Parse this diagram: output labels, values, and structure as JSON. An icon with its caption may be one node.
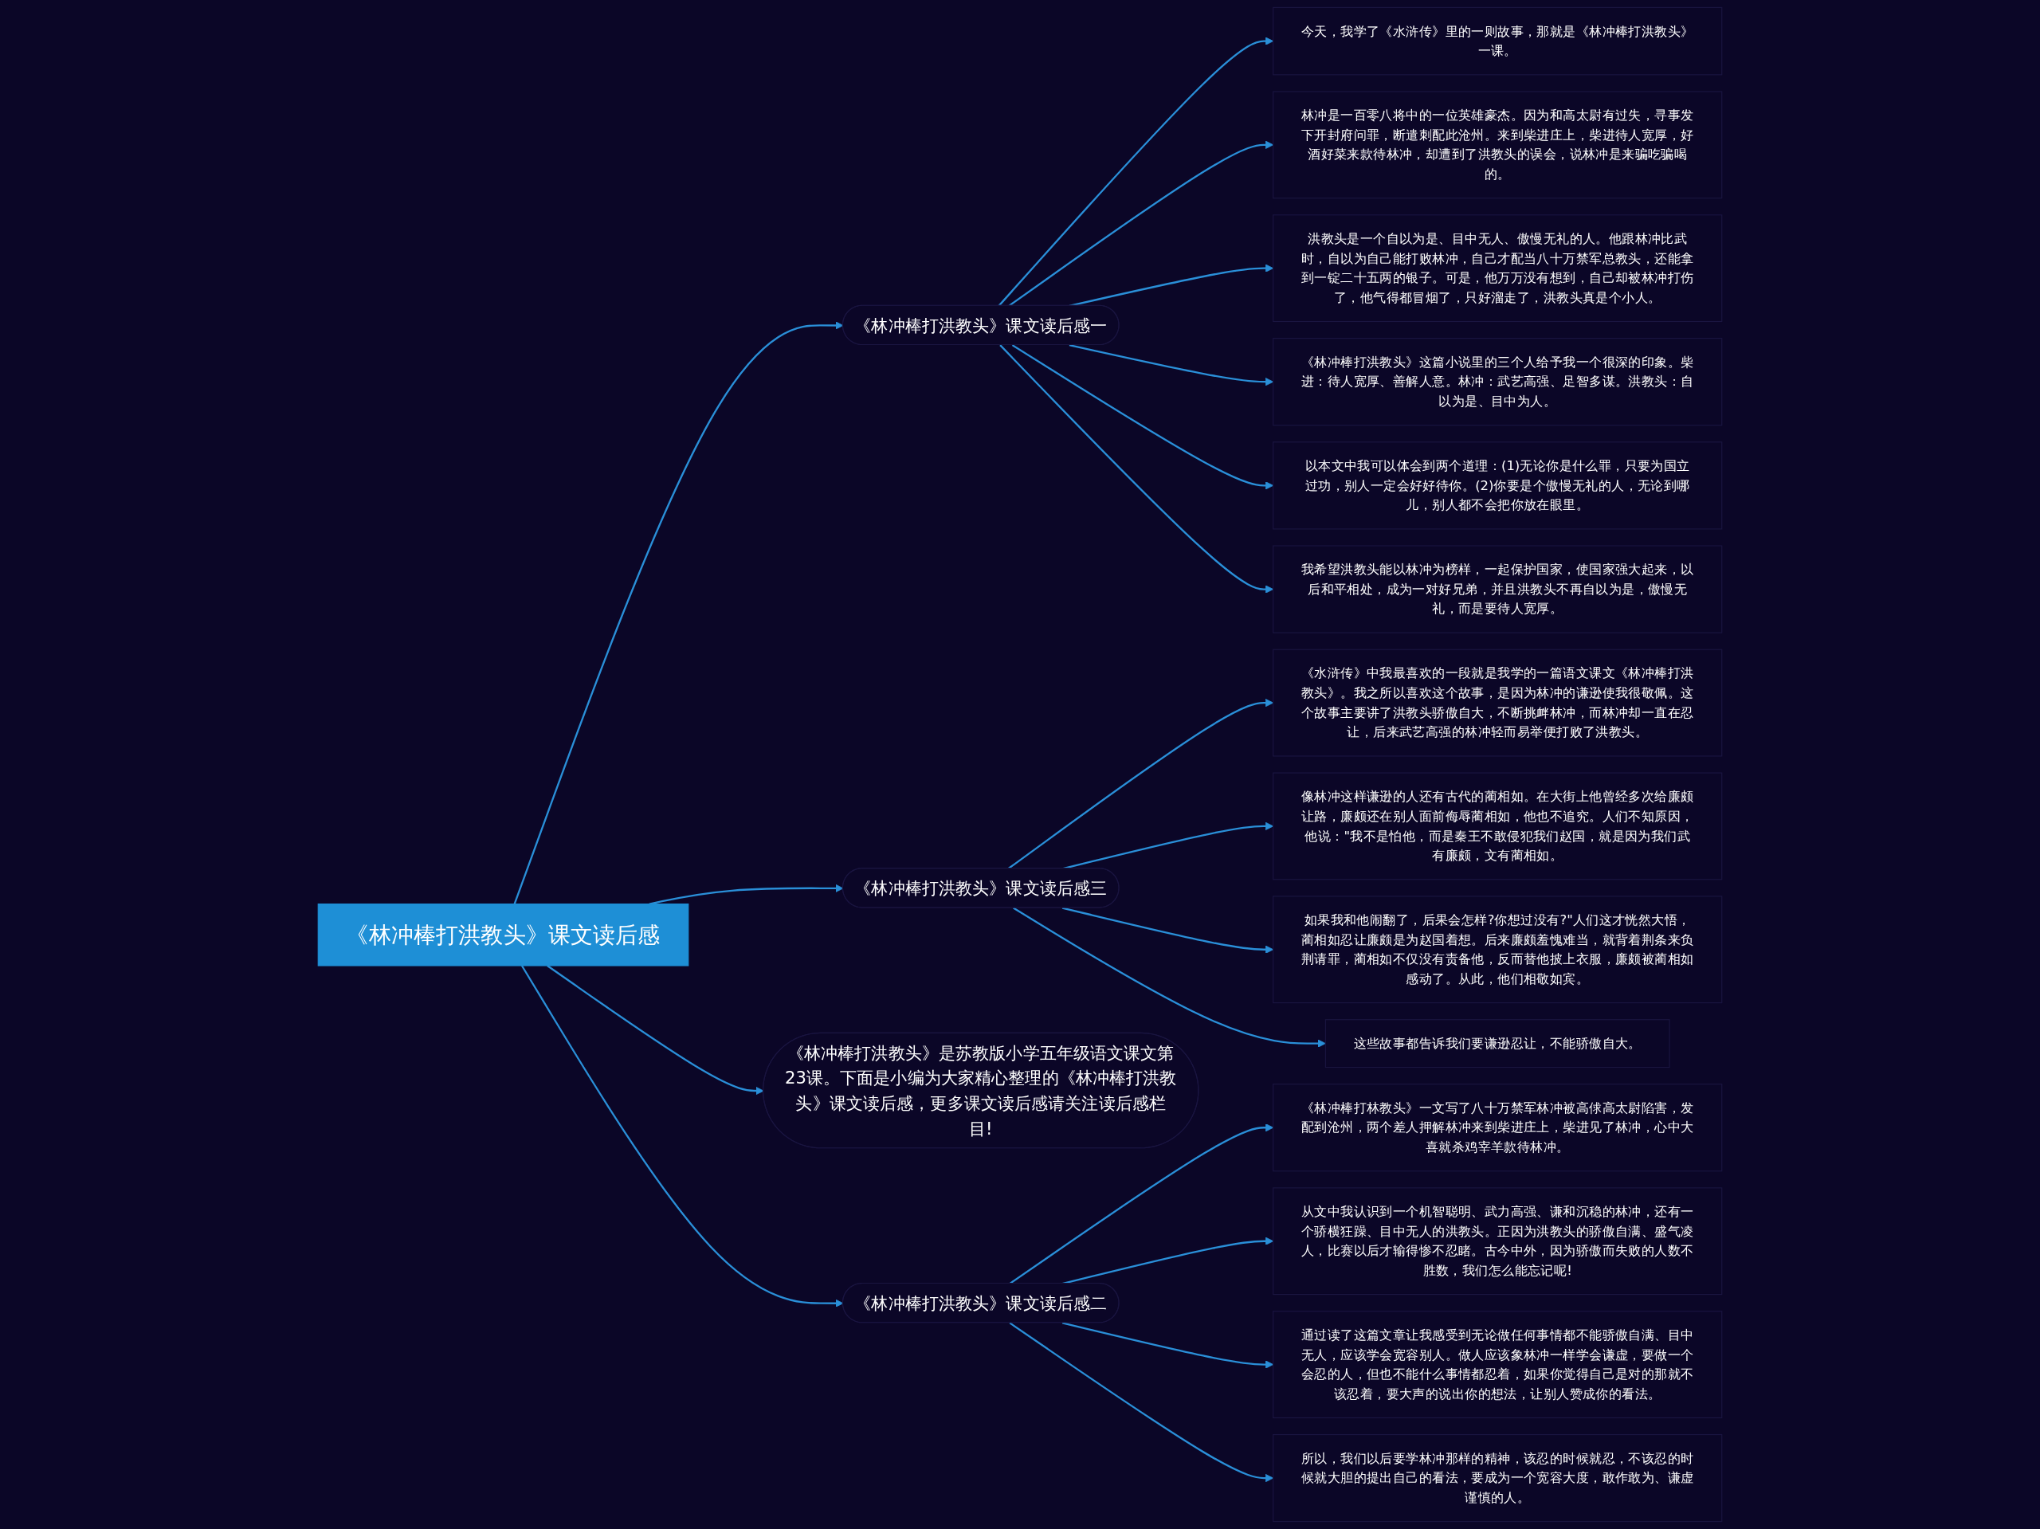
{
  "diagram": {
    "nodes": [
      {
        "text": [
          "《林冲棒打洪教头》课文读后感"
        ]
      },
      {
        "text": [
          "《林冲棒打洪教头》课文读后感一"
        ]
      },
      {
        "text": [
          "今天，我学了《水浒传》里的一则故事，那就是《林冲棒打洪教头》一课。"
        ]
      },
      {
        "text": [
          "林冲是一百零八将中的一位英雄豪杰。因为和高太尉有过失，寻事发下开封府问罪，断遣刺配此沧州。来到柴进庄上，柴进待人宽厚，好酒好菜来款待林冲，却遭到了洪教头的误会，说林冲是来骗吃骗喝的。"
        ]
      },
      {
        "text": [
          "洪教头是一个自以为是、目中无人、傲慢无礼的人。他跟林冲比武时，自以为自己能打败林冲，自己才配当八十万禁军总教头，还能拿到一锭二十五两的银子。可是，他万万没有想到，自己却被林冲打伤了，他气得都冒烟了，只好溜走了，洪教头真是个小人。"
        ]
      },
      {
        "text": [
          "《林冲棒打洪教头》这篇小说里的三个人给予我一个很深的印象。柴进：待人宽厚、善解人意。林冲：武艺高强、足智多谋。洪教头：自以为是、目中为人。"
        ]
      },
      {
        "text": [
          "以本文中我可以体会到两个道理：(1)无论你是什么罪，只要为国立过功，别人一定会好好待你。(2)你要是个傲慢无礼的人，无论到哪儿，别人都不会把你放在眼里。"
        ]
      },
      {
        "text": [
          "我希望洪教头能以林冲为榜样，一起保护国家，使国家强大起来，以后和平相处，成为一对好兄弟，并且洪教头不再自以为是，傲慢无礼，而是要待人宽厚。"
        ]
      },
      {
        "text": [
          "《林冲棒打洪教头》课文读后感三"
        ]
      },
      {
        "text": [
          "《水浒传》中我最喜欢的一段就是我学的一篇语文课文《林冲棒打洪教头》。我之所以喜欢这个故事，是因为林冲的谦逊使我很敬佩。这个故事主要讲了洪教头骄傲自大，不断挑衅林冲，而林冲却一直在忍让，后来武艺高强的林冲轻而易举便打败了洪教头。"
        ]
      },
      {
        "text": [
          "像林冲这样谦逊的人还有古代的蔺相如。在大街上他曾经多次给廉颇让路，廉颇还在别人面前侮辱蔺相如，他也不追究。人们不知原因，他说：\"我不是怕他，而是秦王不敢侵犯我们赵国，就是因为我们武有廉颇，文有蔺相如。"
        ]
      },
      {
        "text": [
          "如果我和他闹翻了，后果会怎样?你想过没有?\"人们这才恍然大悟，蔺相如忍让廉颇是为赵国着想。后来廉颇羞愧难当，就背着荆条来负荆请罪，蔺相如不仅没有责备他，反而替他披上衣服，廉颇被蔺相如感动了。从此，他们相敬如宾。"
        ]
      },
      {
        "text": [
          "这些故事都告诉我们要谦逊忍让，不能骄傲自大。"
        ]
      },
      {
        "text": [
          "《林冲棒打洪教头》是苏教版小学五年级语文课文第23课。下面是小编为大家精心整理的《林冲棒打洪教头》课文读后感，更多课文读后感请关注读后感栏目!"
        ]
      },
      {
        "text": [
          "《林冲棒打洪教头》课文读后感二"
        ]
      },
      {
        "text": [
          "《林冲棒打林教头》一文写了八十万禁军林冲被高俅高太尉陷害，发配到沧州，两个差人押解林冲来到柴进庄上，柴进见了林冲，心中大喜就杀鸡宰羊款待林冲。"
        ]
      },
      {
        "text": [
          "从文中我认识到一个机智聪明、武力高强、谦和沉稳的林冲，还有一个骄横狂躁、目中无人的洪教头。正因为洪教头的骄傲自满、盛气凌人，比赛以后才输得惨不忍睹。古今中外，因为骄傲而失败的人数不胜数，我们怎么能忘记呢!"
        ]
      },
      {
        "text": [
          "通过读了这篇文章让我感受到无论做任何事情都不能骄傲自满、目中无人，应该学会宽容别人。做人应该象林冲一样学会谦虚，要做一个会忍的人，但也不能什么事情都忍着，如果你觉得自己是对的那就不该忍着，要大声的说出你的想法，让别人赞成你的看法。"
        ]
      },
      {
        "text": [
          "所以，我们以后要学林冲那样的精神，该忍的时候就忍，不该忍的时候就大胆的提出自己的看法，要成为一个宽容大度，敢作敢为、谦虚谨慎的人。"
        ]
      }
    ],
    "edges": [
      {
        "from": 0,
        "to": 1,
        "arrow": "to"
      },
      {
        "from": 1,
        "to": 2,
        "arrow": "to"
      },
      {
        "from": 1,
        "to": 3,
        "arrow": "to"
      },
      {
        "from": 1,
        "to": 4,
        "arrow": "to"
      },
      {
        "from": 1,
        "to": 5,
        "arrow": "to"
      },
      {
        "from": 1,
        "to": 6,
        "arrow": "to"
      },
      {
        "from": 1,
        "to": 7,
        "arrow": "to"
      },
      {
        "from": 0,
        "to": 8,
        "arrow": "to"
      },
      {
        "from": 8,
        "to": 9,
        "arrow": "to"
      },
      {
        "from": 8,
        "to": 10,
        "arrow": "to"
      },
      {
        "from": 8,
        "to": 11,
        "arrow": "to"
      },
      {
        "from": 8,
        "to": 12,
        "arrow": "to"
      },
      {
        "from": 0,
        "to": 13,
        "arrow": "to"
      },
      {
        "from": 0,
        "to": 14,
        "arrow": "to"
      },
      {
        "from": 14,
        "to": 15,
        "arrow": "to"
      },
      {
        "from": 14,
        "to": 16,
        "arrow": "to"
      },
      {
        "from": 14,
        "to": 17,
        "arrow": "to"
      },
      {
        "from": 14,
        "to": 18,
        "arrow": "to"
      }
    ]
  }
}
